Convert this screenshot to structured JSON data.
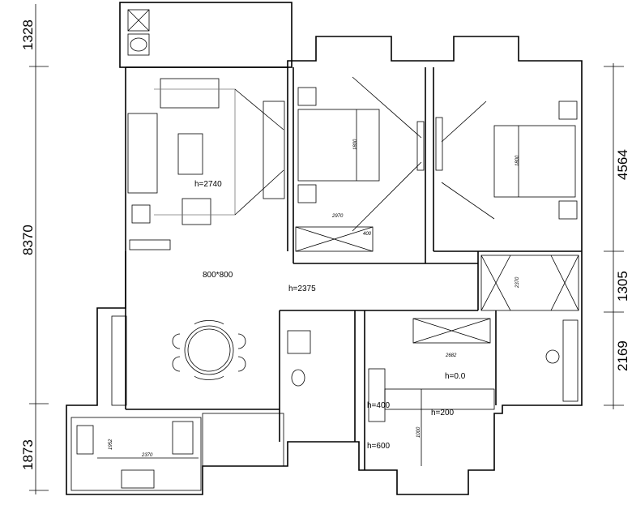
{
  "dimensions_left": [
    "1328",
    "8370",
    "1873"
  ],
  "dimensions_right": [
    "4564",
    "1305",
    "2169"
  ],
  "labels": {
    "living_height": "h=2740",
    "hall_height": "h=2375",
    "tile": "800*800",
    "bath_h0": "h=0.0",
    "bath_h400": "h=400",
    "bath_h200": "h=200",
    "bath_h600": "h=600"
  },
  "small_dims": {
    "bed1_width": "2970",
    "wardrobe": "400",
    "bed1_bed": "1800",
    "bed2_bed": "1800",
    "bath_width": "2682",
    "bath_depth": "1000",
    "wardrobe2": "2370",
    "kitchen_width": "2370",
    "kitchen_depth": "1952"
  }
}
